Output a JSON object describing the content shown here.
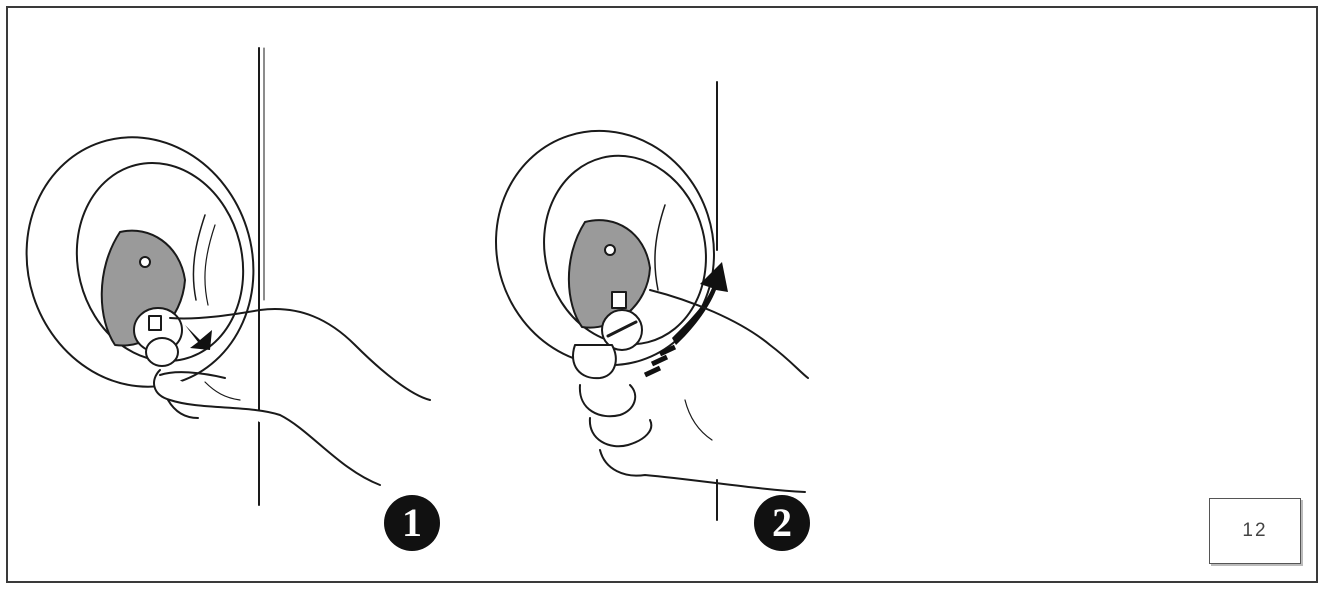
{
  "figure": {
    "steps": [
      {
        "number": "1",
        "illustration": "hand-pressing-fuel-cap-lock-icon"
      },
      {
        "number": "2",
        "illustration": "hand-turning-fuel-cap-icon"
      }
    ],
    "page_number": "12"
  },
  "colors": {
    "line": "#1a1a1a",
    "shade": "#9a9a9a",
    "badge": "#111111",
    "background": "#ffffff"
  }
}
